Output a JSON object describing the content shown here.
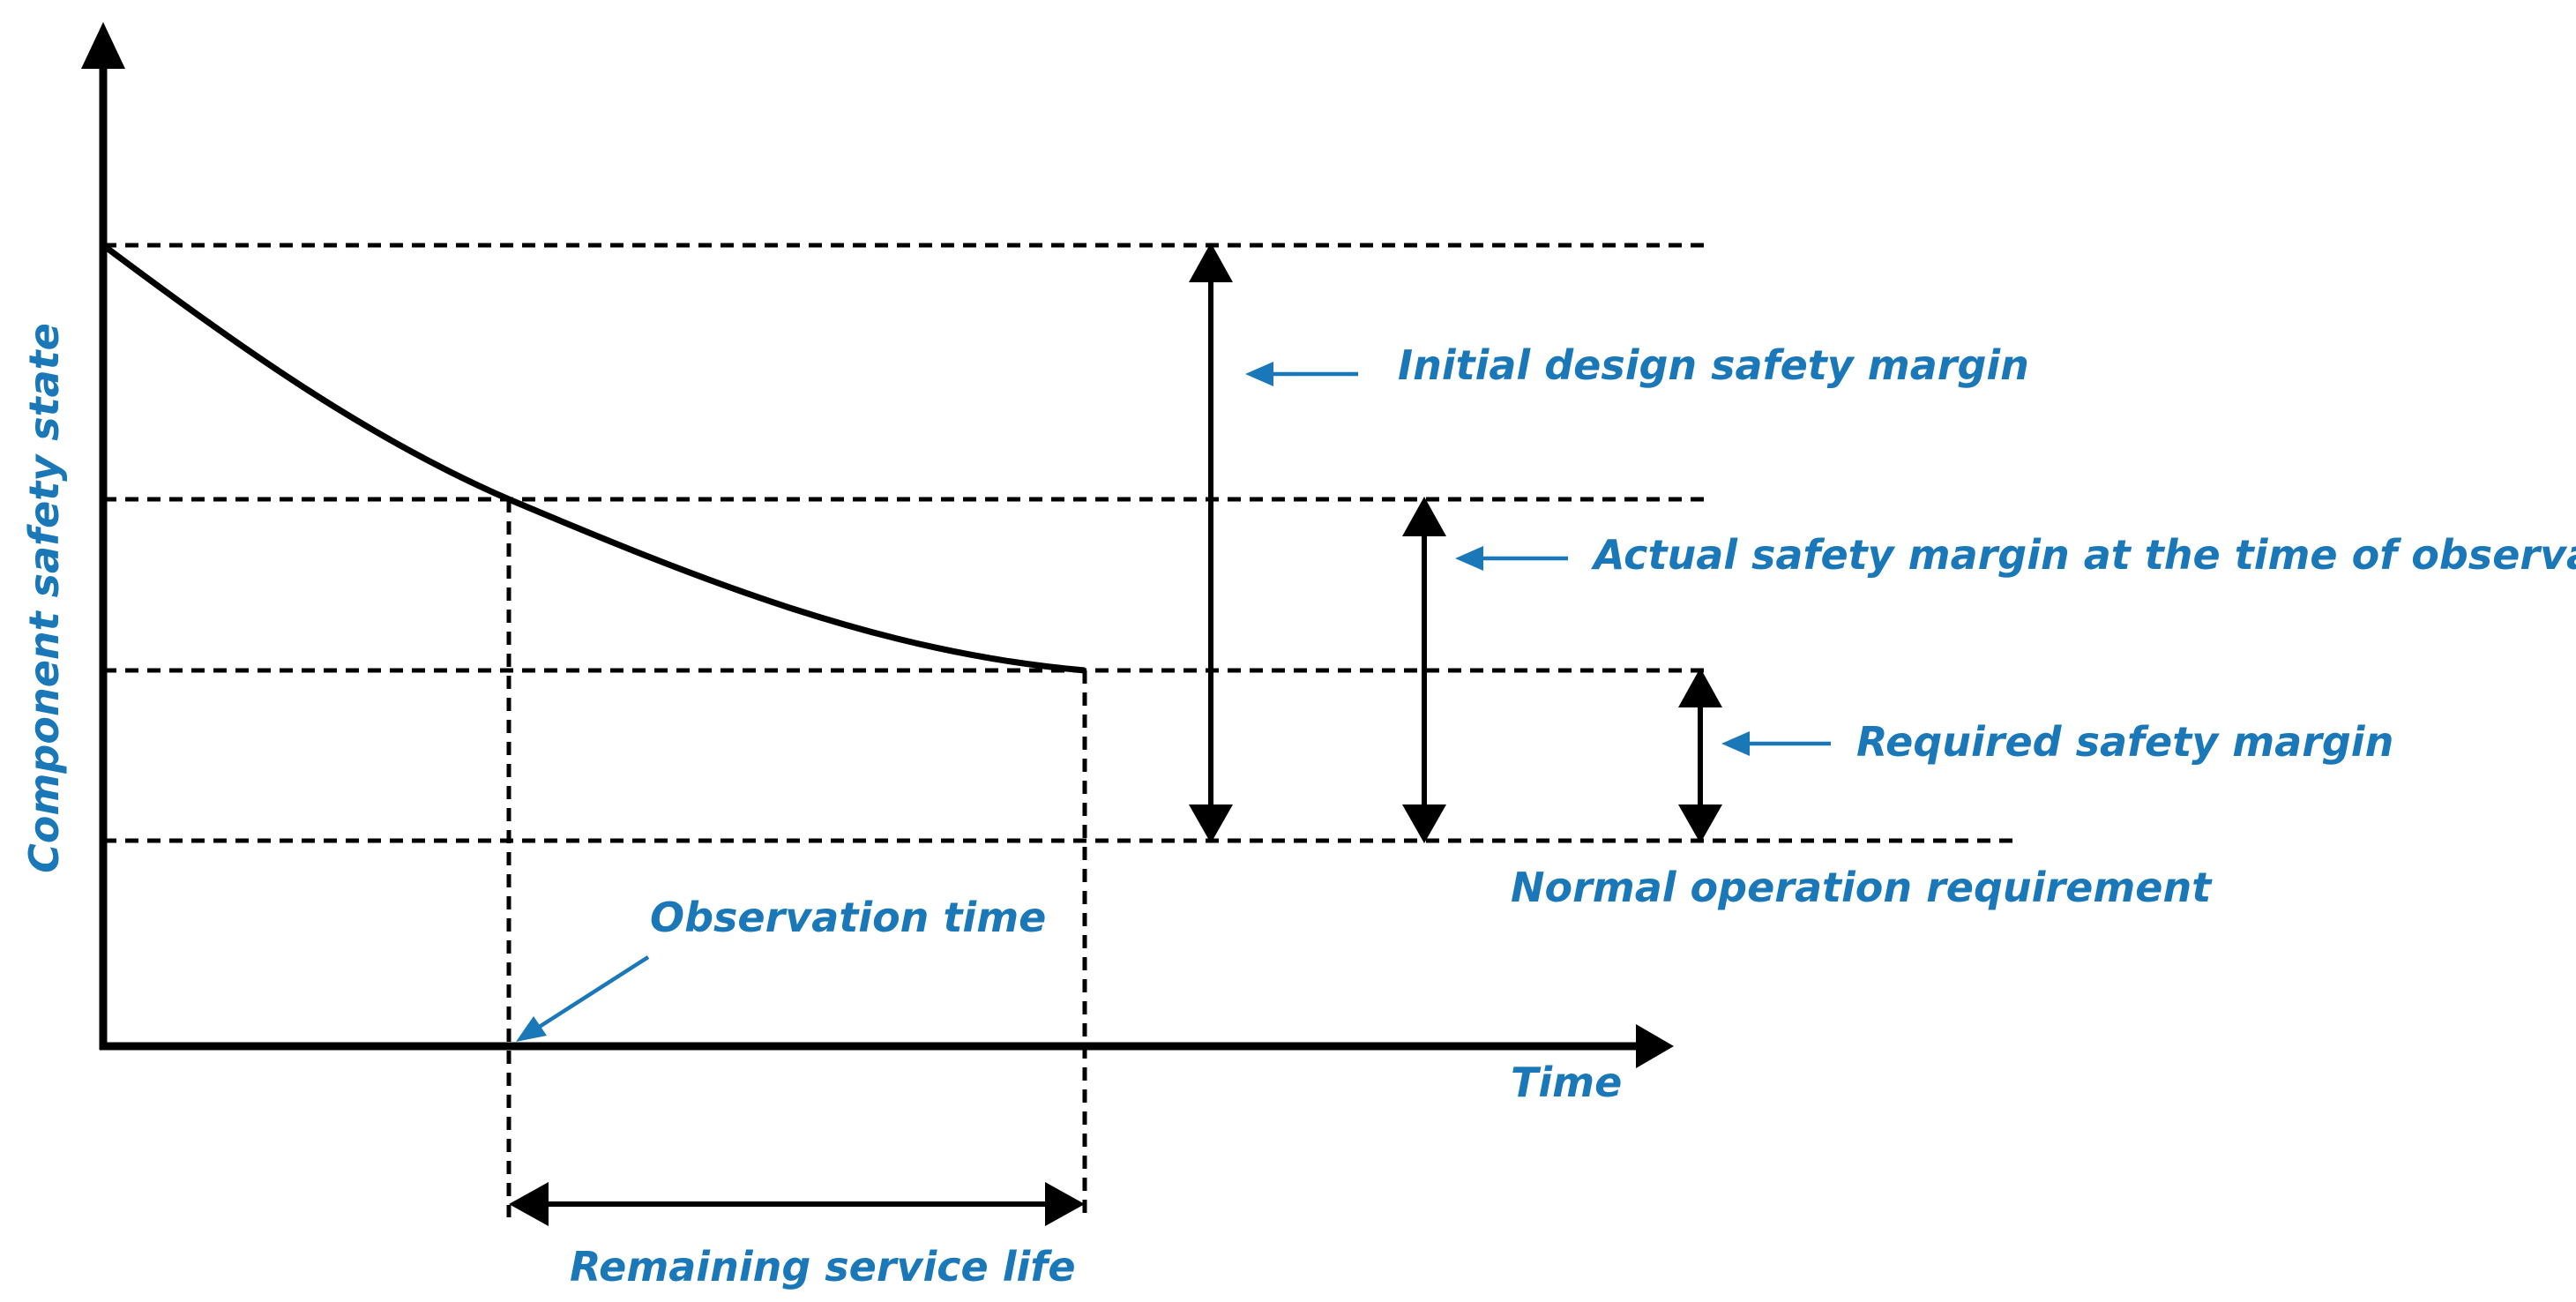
{
  "diagram": {
    "y_axis_label": "Component safety state",
    "x_axis_label": "Time",
    "margins": {
      "initial": "Initial design safety margin",
      "actual": "Actual safety margin at the time of observation",
      "required": "Required safety margin"
    },
    "normal_requirement": "Normal operation requirement",
    "observation_time": "Observation time",
    "remaining_life": "Remaining service life"
  },
  "colors": {
    "label": "#1a78b8",
    "lines": "#000000"
  }
}
